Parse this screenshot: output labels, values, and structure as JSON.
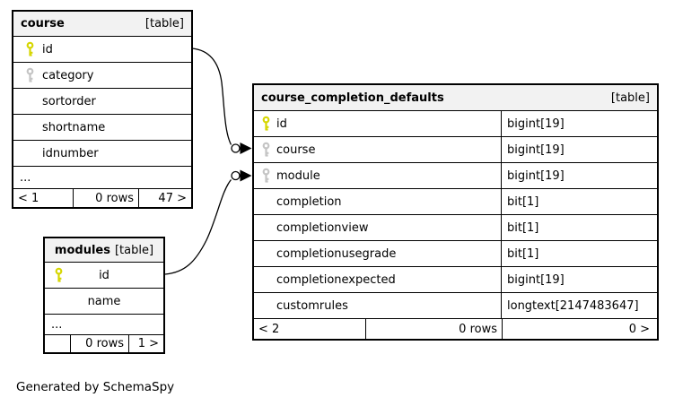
{
  "note": "Generated by SchemaSpy",
  "colors": {
    "primary_key": "#d6d600",
    "index_key": "#c4c4c4",
    "header_bg": "#f2f2f2",
    "border": "#000000"
  },
  "course": {
    "title": "course",
    "tag": "[table]",
    "columns": [
      "id",
      "category",
      "sortorder",
      "shortname",
      "idnumber",
      "..."
    ],
    "pager": {
      "prev": "< 1",
      "rows": "0 rows",
      "next": "47 >"
    }
  },
  "ccd": {
    "title": "course_completion_defaults",
    "tag": "[table]",
    "columns": [
      {
        "name": "id",
        "type": "bigint[19]"
      },
      {
        "name": "course",
        "type": "bigint[19]"
      },
      {
        "name": "module",
        "type": "bigint[19]"
      },
      {
        "name": "completion",
        "type": "bit[1]"
      },
      {
        "name": "completionview",
        "type": "bit[1]"
      },
      {
        "name": "completionusegrade",
        "type": "bit[1]"
      },
      {
        "name": "completionexpected",
        "type": "bigint[19]"
      },
      {
        "name": "customrules",
        "type": "longtext[2147483647]"
      }
    ],
    "pager": {
      "prev": "< 2",
      "rows": "0 rows",
      "next": "0 >"
    }
  },
  "modules": {
    "title": "modules",
    "tag": "[table]",
    "columns": [
      "id",
      "name",
      "..."
    ],
    "pager": {
      "prev": "",
      "rows": "0 rows",
      "next": "1 >"
    }
  }
}
